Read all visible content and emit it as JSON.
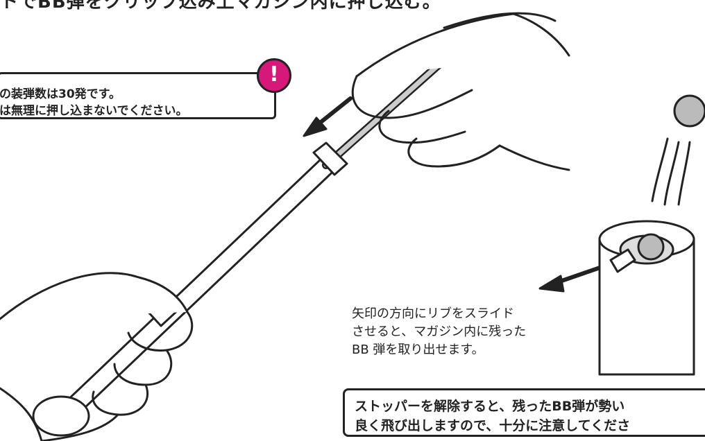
{
  "header_fragment": "トでBB弾をクリップ込み上マガジン内に押し込む。",
  "warning": {
    "line1": "の装弾数は30発です。",
    "line2": "は無理に押し込まないでください。",
    "badge": "!",
    "badge_color": "#d6187a"
  },
  "caption": {
    "line1": "矢印の方向にリブをスライド",
    "line2": "させると、マガジン内に残った",
    "line3": "BB 弾を取り出せます。"
  },
  "caution": {
    "line1": "ストッパーを解除すると、残ったBB弾が勢い",
    "line2": "良く飛び出しますので、十分に注意してくださ"
  },
  "icons": [
    "hand-top",
    "hand-bottom",
    "loading-rod",
    "magazine-tube",
    "bb-pellet",
    "arrow"
  ]
}
